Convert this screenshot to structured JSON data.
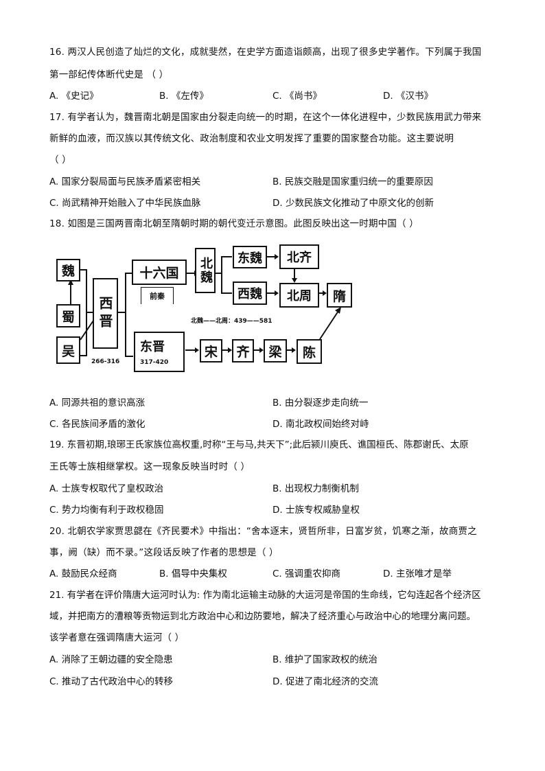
{
  "q16": {
    "line1": "16. 两汉人民创造了灿烂的文化，成就斐然，在史学方面造诣颇高，出现了很多史学著作。下列属于我国",
    "line2": "第一部纪传体断代史是 （    ）",
    "options": {
      "A": "A. 《史记》",
      "B": "B. 《左传》",
      "C": "C. 《尚书》",
      "D": "D. 《汉书》"
    }
  },
  "q17": {
    "line1": "17. 有学者认为，魏晋南北朝是国家由分裂走向统一的时期，在这个一体化进程中，少数民族用武力带来",
    "line2": "新鲜的血液，而汉族以其传统文化、政治制度和农业文明发挥了重要的国家整合功能。这主要说明",
    "line3": "（    ）",
    "options": {
      "A": "A. 国家分裂局面与民族矛盾紧密相关",
      "B": "B. 民族交融是国家重归统一的重要原因",
      "C": "C. 尚武精神开始融入了中华民族血脉",
      "D": "D. 少数民族文化推动了中原文化的创新"
    }
  },
  "q18": {
    "line1": "18. 如图是三国两晋南北朝至隋朝时期的朝代变迁示意图。此图反映出这一时期中国（    ）",
    "diagram": {
      "wei": "魏",
      "shu": "蜀",
      "wu": "吴",
      "xijin": "西晋",
      "xijin_years": "266-316",
      "shiliuguo": "十六国",
      "qianqin": "前秦",
      "beiwei": "北魏",
      "dongwei": "东魏",
      "xiwei": "西魏",
      "beiqi": "北齐",
      "beizhou": "北周",
      "sui": "隋",
      "dongjin": "东晋",
      "dongjin_years": "317-420",
      "song": "宋",
      "qi": "齐",
      "liang": "梁",
      "chen": "陈",
      "beichao_note": "北魏——北周：439——581"
    },
    "options": {
      "A": "A. 同源共祖的意识高涨",
      "B": "B. 由分裂逐步走向统一",
      "C": "C. 各民族间矛盾的激化",
      "D": "D. 南北政权间始终对峙"
    }
  },
  "q19": {
    "line1": "19. 东晋初期,琅琊王氏家族位高权重,时称“王与马,共天下”;此后颍川庾氏、谯国桓氏、陈郡谢氏、太原",
    "line2": "王氏等士族相继掌权。这一现象反映当时时（    ）",
    "options": {
      "A": "A. 士族专权取代了皇权政治",
      "B": "B. 出现权力制衡机制",
      "C": "C. 势力均衡有利于政权稳固",
      "D": "D. 士族专权威胁皇权"
    }
  },
  "q20": {
    "line1": "20. 北朝农学家贾思勰在《齐民要术》中指出：“舍本逐末，贤哲所非，日富岁贫，饥寒之渐，故商贾之",
    "line2": "事，阙（缺）而不录。”这段话反映了作者的思想是（    ）",
    "options": {
      "A": "A. 鼓励民众经商",
      "B": "B. 倡导中央集权",
      "C": "C. 强调重农抑商",
      "D": "D. 主张唯才是举"
    }
  },
  "q21": {
    "line1": "21. 有学者在评价隋唐大运河时认为: 作为南北运输主动脉的大运河是帝国的生命线，它勾连起各个经济区",
    "line2": "域，并把南方的漕粮等贡物运到北方政治中心和边防要地，解决了经济重心与政治中心的地理分离问题。",
    "line3": "该学者意在强调隋唐大运河（    ）",
    "options": {
      "A": "A. 消除了王朝边疆的安全隐患",
      "B": "B. 维护了国家政权的统治",
      "C": "C. 推动了古代政治中心的转移",
      "D": "D. 促进了南北经济的交流"
    }
  }
}
